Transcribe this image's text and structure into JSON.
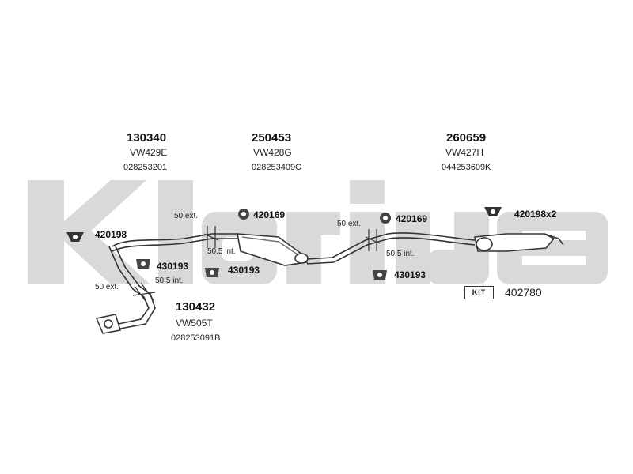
{
  "brand": {
    "watermark": "klarius",
    "watermark_color": "#d9d9d9"
  },
  "sections": [
    {
      "part_no": "130340",
      "ref": "VW429E",
      "oem": "028253201"
    },
    {
      "part_no": "250453",
      "ref": "VW428G",
      "oem": "028253409C"
    },
    {
      "part_no": "260659",
      "ref": "VW427H",
      "oem": "044253609K"
    },
    {
      "part_no": "130432",
      "ref": "VW505T",
      "oem": "028253091B"
    }
  ],
  "mounts": {
    "rubber_1": "420198",
    "ring_1": "420169",
    "ring_2": "420169",
    "rubber_rear": "420198x2",
    "clamp_1": "430193",
    "clamp_2": "430193",
    "clamp_3": "430193"
  },
  "joints": {
    "j1_ext": "50 ext.",
    "j1_int": "50.5 int.",
    "j2_ext": "50 ext.",
    "j2_int": "50.5 int.",
    "j3_ext": "50 ext.",
    "j3_int": "50.5 int."
  },
  "kit": {
    "label": "KIT",
    "part_no": "402780"
  }
}
